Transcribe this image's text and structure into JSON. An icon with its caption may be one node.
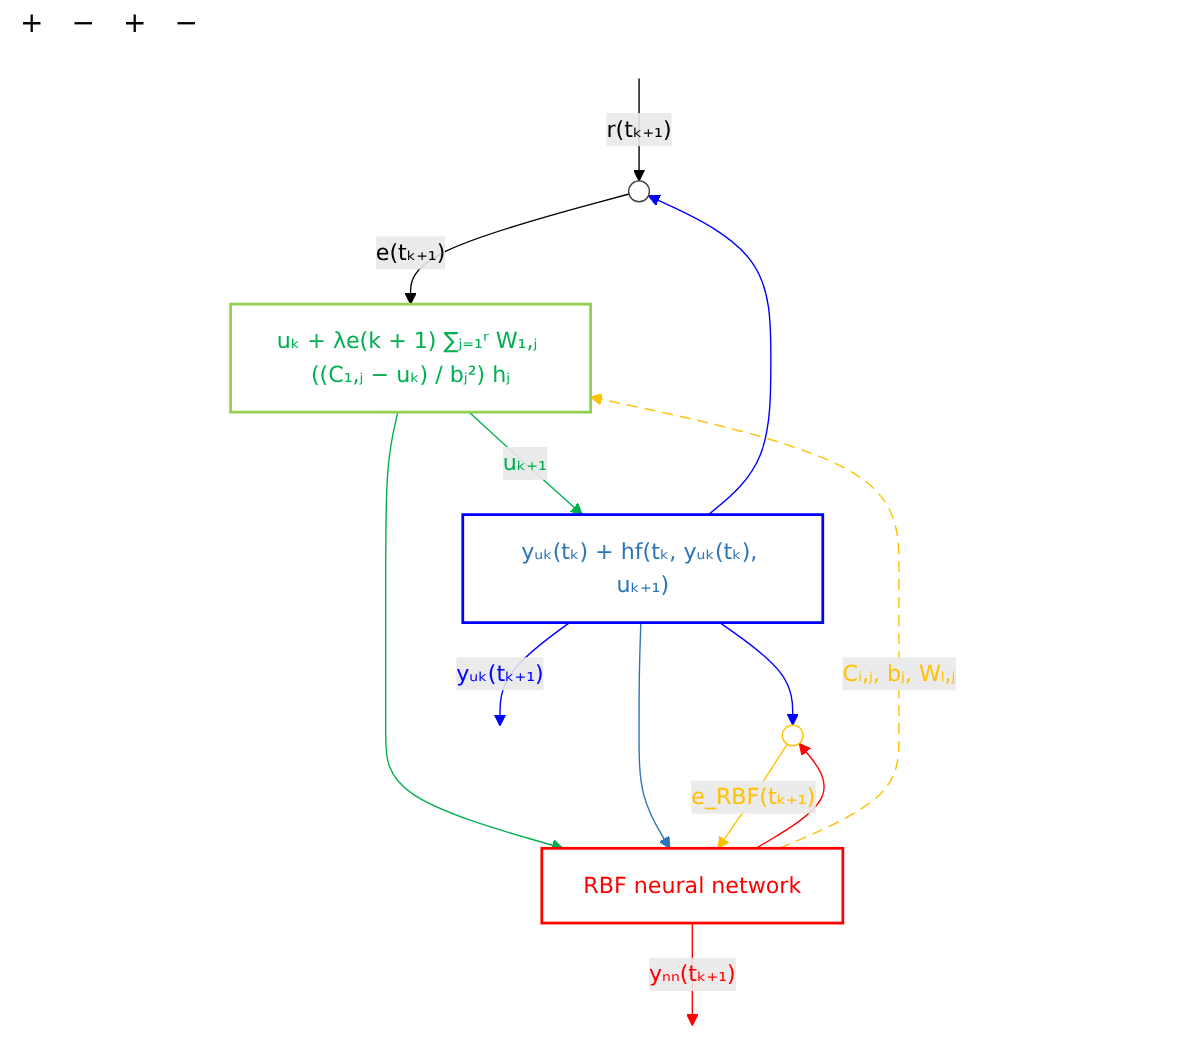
{
  "diagram": {
    "nodes": [
      {
        "text": [],
        "shape": "circle"
      },
      {
        "text": [
          "uₖ + λe(k + 1) ∑ⱼ₌₁ʳ W₁,ⱼ ((C₁,ⱼ − uₖ) / bⱼ²) hⱼ"
        ]
      },
      {
        "text": [
          "yᵤₖ(tₖ) + hf(tₖ, yᵤₖ(tₖ), uₖ₊₁)"
        ]
      },
      {
        "text": [
          "RBF neural network"
        ]
      },
      {
        "text": [],
        "shape": "circle"
      }
    ],
    "edges": [
      {
        "from": null,
        "to": 0,
        "arrow": "to",
        "label": "r(tₖ₊₁)",
        "color": "#000000"
      },
      {
        "from": 0,
        "to": 1,
        "arrow": "to",
        "label": "e(tₖ₊₁)",
        "color": "#000000"
      },
      {
        "from": 1,
        "to": 2,
        "arrow": "to",
        "label": "uₖ₊₁",
        "color": "#00b050"
      },
      {
        "from": 1,
        "to": 3,
        "arrow": "to",
        "color": "#00b050"
      },
      {
        "from": 2,
        "to": null,
        "arrow": "to",
        "label": "yᵤₖ(tₖ₊₁)",
        "color": "#0000ff"
      },
      {
        "from": 2,
        "to": 0,
        "arrow": "to",
        "color": "#0000ff"
      },
      {
        "from": 2,
        "to": 4,
        "arrow": "to",
        "color": "#0000ff"
      },
      {
        "from": 2,
        "to": 3,
        "arrow": "to",
        "color": "#2e75b6"
      },
      {
        "from": 3,
        "to": null,
        "arrow": "to",
        "label": "yₙₙ(tₖ₊₁)",
        "color": "#ff0000"
      },
      {
        "from": 3,
        "to": 4,
        "arrow": "to",
        "color": "#ff0000"
      },
      {
        "from": 4,
        "to": 3,
        "arrow": "to",
        "label": "e_RBF(tₖ₊₁)",
        "color": "#ffc000"
      },
      {
        "from": 3,
        "to": 1,
        "arrow": "to",
        "label": "Cᵢ,ⱼ, bⱼ, Wₗ,ⱼ",
        "style": "dashed",
        "color": "#ffc000"
      }
    ],
    "labels": [
      "+",
      "−",
      "+",
      "−"
    ]
  }
}
